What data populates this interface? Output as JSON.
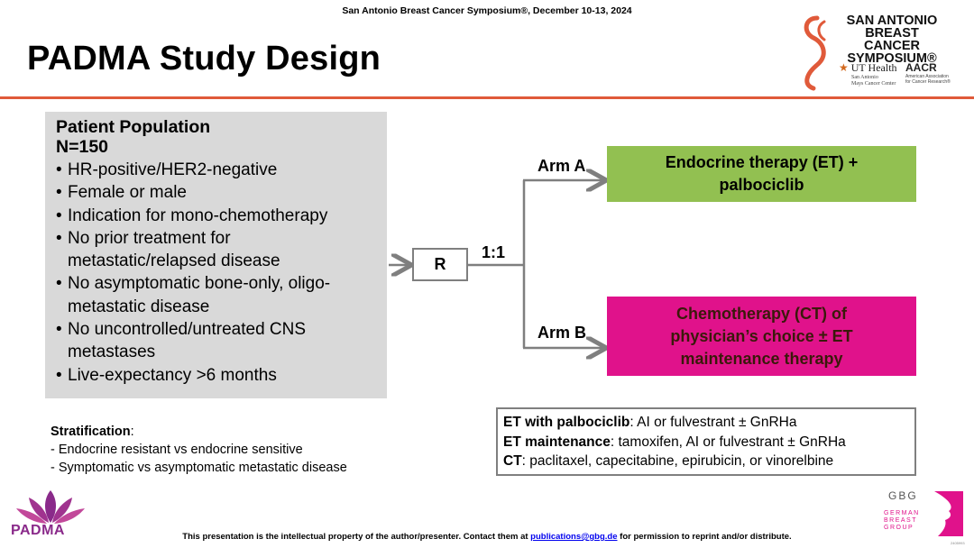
{
  "conference": "San Antonio Breast Cancer Symposium®, December 10-13, 2024",
  "title": "PADMA Study Design",
  "logos": {
    "sabcs_line1": "SAN ANTONIO",
    "sabcs_line2": "BREAST CANCER",
    "sabcs_line3": "SYMPOSIUM®",
    "ut_name": "UT Health",
    "ut_sub1": "San Antonio",
    "ut_sub2": "Mays Cancer Center",
    "aacr_name": "AACR",
    "aacr_sub1": "American Association",
    "aacr_sub2": "for Cancer Research®",
    "padma": "PADMA",
    "gbg": "GBG",
    "gbg_sub1": "GERMAN",
    "gbg_sub2": "BREAST",
    "gbg_sub3": "GROUP",
    "code": "2405993"
  },
  "population": {
    "heading": "Patient Population",
    "n": "N=150",
    "criteria": [
      {
        "text": "HR-positive/HER2-negative"
      },
      {
        "text": "Female or male"
      },
      {
        "text": "Indication for mono-chemotherapy"
      },
      {
        "text": "No prior treatment for metastatic/relapsed disease"
      },
      {
        "text": "No asymptomatic bone-only, oligo-metastatic disease"
      },
      {
        "text": "No uncontrolled/untreated CNS metastases"
      },
      {
        "text": "Live-expectancy >6 months"
      }
    ]
  },
  "randomization": {
    "label": "R",
    "ratio": "1:1"
  },
  "arms": {
    "a": {
      "label": "Arm A",
      "line1": "Endocrine therapy (ET) +",
      "line2": "palbociclib",
      "color": "#92c051"
    },
    "b": {
      "label": "Arm B",
      "line1": "Chemotherapy (CT) of",
      "line2": "physician’s choice ± ET",
      "line3": "maintenance therapy",
      "color": "#e0128b"
    }
  },
  "notes": {
    "et_palbo_term": "ET with palbociclib",
    "et_palbo_desc": ": AI or fulvestrant ± GnRHa",
    "et_maint_term": "ET maintenance",
    "et_maint_desc": ": tamoxifen, AI or fulvestrant ± GnRHa",
    "ct_term": "CT",
    "ct_desc": ": paclitaxel, capecitabine, epirubicin, or vinorelbine"
  },
  "stratification": {
    "heading": "Stratification",
    "colon": ":",
    "items": [
      {
        "text": "- Endocrine resistant vs endocrine sensitive"
      },
      {
        "text": "- Symptomatic vs asymptomatic metastatic disease"
      }
    ]
  },
  "footer": {
    "prefix": "This presentation is the intellectual property of the author/presenter. Contact them at ",
    "email": "publications@gbg.de",
    "suffix": " for permission to reprint and/or distribute."
  },
  "colors": {
    "accent_rule": "#e05a3a",
    "population_bg": "#d9d9d9",
    "connector": "#7f7f7f"
  }
}
